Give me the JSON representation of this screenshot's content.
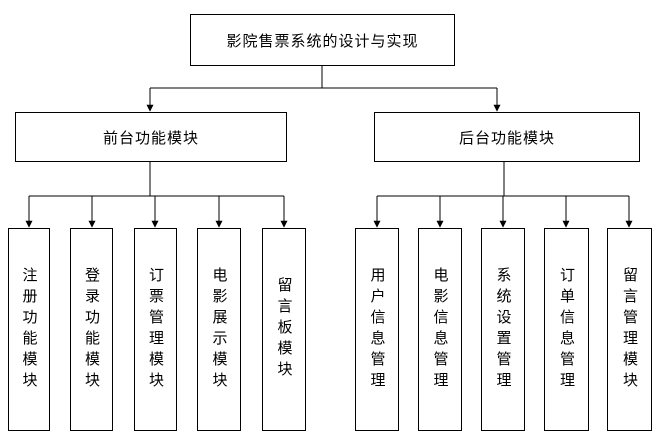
{
  "root": {
    "label": "影院售票系统的设计与实现"
  },
  "front": {
    "label": "前台功能模块",
    "children": [
      {
        "label": "注册功能模块"
      },
      {
        "label": "登录功能模块"
      },
      {
        "label": "订票管理模块"
      },
      {
        "label": "电影展示模块"
      },
      {
        "label": "留言板模块"
      }
    ]
  },
  "back": {
    "label": "后台功能模块",
    "children": [
      {
        "label": "用户信息管理"
      },
      {
        "label": "电影信息管理"
      },
      {
        "label": "系统设置管理"
      },
      {
        "label": "订单信息管理"
      },
      {
        "label": "留言管理模块"
      }
    ]
  },
  "colors": {
    "line": "#000000",
    "box_border": "#000000",
    "background": "#ffffff"
  }
}
